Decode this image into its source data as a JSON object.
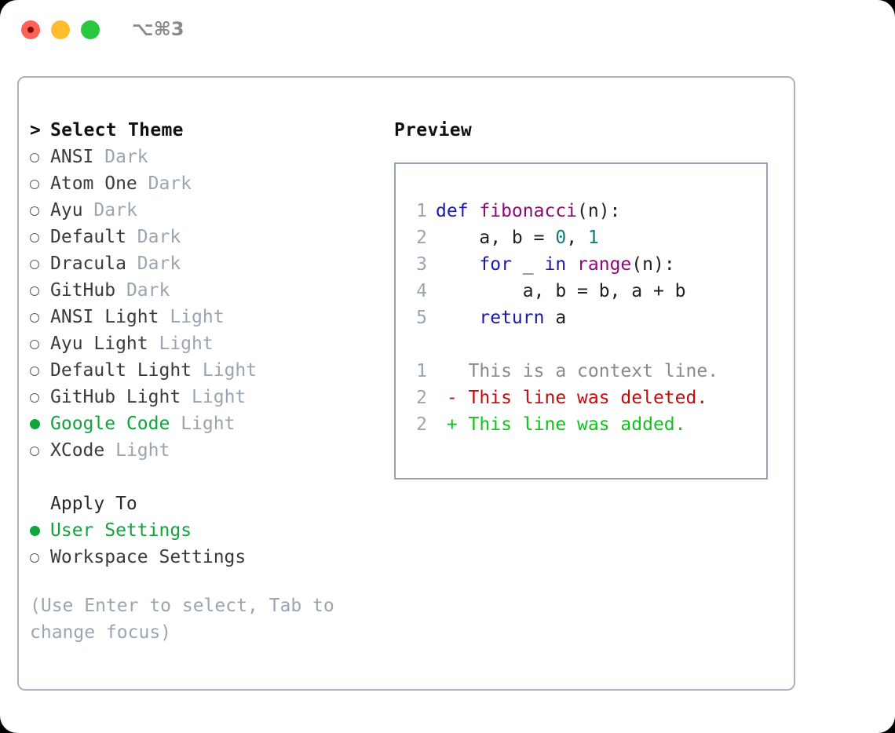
{
  "window": {
    "shortcut": "⌥⌘3",
    "traffic_lights": [
      "close-red",
      "minimize-yellow",
      "maximize-green"
    ],
    "colors": {
      "close": "#ff6058",
      "minimize": "#ffbd2e",
      "maximize": "#28c93f",
      "accent_green": "#12a33d",
      "muted": "#9aa5b1",
      "panel_border": "#aab4c0",
      "preview_border": "#96a2b0"
    }
  },
  "theme_picker": {
    "header": "Select Theme",
    "header_marker": ">",
    "marker_unselected": "o",
    "marker_selected": "●",
    "items": [
      {
        "label": "ANSI",
        "badge": "Dark",
        "selected": false
      },
      {
        "label": "Atom One",
        "badge": "Dark",
        "selected": false
      },
      {
        "label": "Ayu",
        "badge": "Dark",
        "selected": false
      },
      {
        "label": "Default",
        "badge": "Dark",
        "selected": false
      },
      {
        "label": "Dracula",
        "badge": "Dark",
        "selected": false
      },
      {
        "label": "GitHub",
        "badge": "Dark",
        "selected": false
      },
      {
        "label": "ANSI Light",
        "badge": "Light",
        "selected": false
      },
      {
        "label": "Ayu Light",
        "badge": "Light",
        "selected": false
      },
      {
        "label": "Default Light",
        "badge": "Light",
        "selected": false
      },
      {
        "label": "GitHub Light",
        "badge": "Light",
        "selected": false
      },
      {
        "label": "Google Code",
        "badge": "Light",
        "selected": true
      },
      {
        "label": "XCode",
        "badge": "Light",
        "selected": false
      }
    ]
  },
  "apply_to": {
    "header": "Apply To",
    "options": [
      {
        "label": "User Settings",
        "selected": true
      },
      {
        "label": "Workspace Settings",
        "selected": false
      }
    ]
  },
  "hint": "(Use Enter to select, Tab to change focus)",
  "preview": {
    "title": "Preview",
    "code_lines": [
      {
        "no": "1",
        "tokens": [
          {
            "t": "def ",
            "c": "kw"
          },
          {
            "t": "fibonacci",
            "c": "fn"
          },
          {
            "t": "(n):",
            "c": "pln"
          }
        ]
      },
      {
        "no": "2",
        "tokens": [
          {
            "t": "    a, b = ",
            "c": "pln"
          },
          {
            "t": "0",
            "c": "num"
          },
          {
            "t": ", ",
            "c": "pln"
          },
          {
            "t": "1",
            "c": "num"
          }
        ]
      },
      {
        "no": "3",
        "tokens": [
          {
            "t": "    ",
            "c": "pln"
          },
          {
            "t": "for",
            "c": "kw"
          },
          {
            "t": " _ ",
            "c": "pln"
          },
          {
            "t": "in",
            "c": "kw"
          },
          {
            "t": " ",
            "c": "pln"
          },
          {
            "t": "range",
            "c": "fn"
          },
          {
            "t": "(n):",
            "c": "pln"
          }
        ]
      },
      {
        "no": "4",
        "tokens": [
          {
            "t": "        a, b = b, a + b",
            "c": "pln"
          }
        ]
      },
      {
        "no": "5",
        "tokens": [
          {
            "t": "    ",
            "c": "pln"
          },
          {
            "t": "return",
            "c": "kw"
          },
          {
            "t": " a",
            "c": "pln"
          }
        ]
      }
    ],
    "diff_lines": [
      {
        "no": "1",
        "marker": " ",
        "text": " This is a context line.",
        "kind": "ctx"
      },
      {
        "no": "2",
        "marker": "-",
        "text": " This line was deleted.",
        "kind": "del"
      },
      {
        "no": "2",
        "marker": "+",
        "text": " This line was added.",
        "kind": "add"
      }
    ]
  }
}
